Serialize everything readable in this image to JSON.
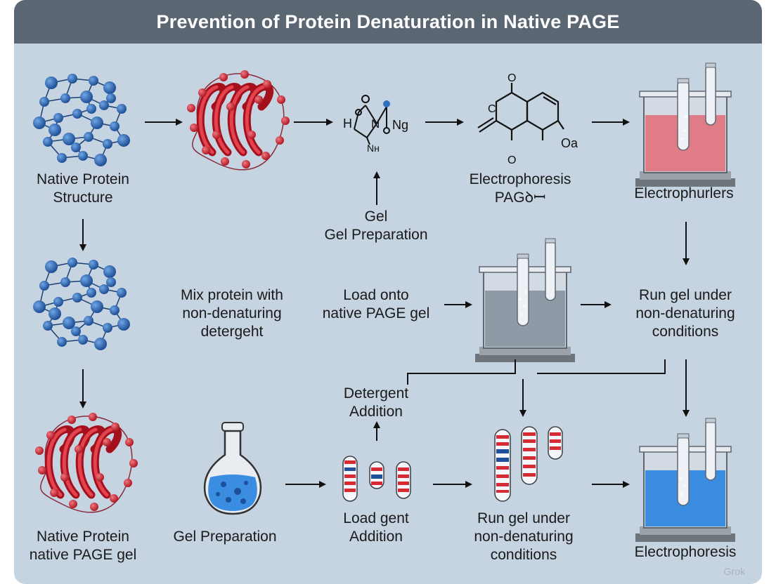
{
  "title": "Prevention of Protein Denaturation in Native PAGE",
  "labels": {
    "native_structure": [
      "Native Protein",
      "Structure"
    ],
    "electrophoresis_page": [
      "Electrophoresis",
      "PAGꝺꟷ"
    ],
    "electrophurlers": [
      "Electrophurlers"
    ],
    "gel_prep_top": [
      "Gel",
      "Gel Preparation"
    ],
    "mix_protein": [
      "Mix protein with",
      "non-denaturing",
      "detergeht"
    ],
    "load_onto": [
      "Load onto",
      "native PAGE gel"
    ],
    "run_gel_mid": [
      "Run gel under",
      "non-denaturing",
      "conditions"
    ],
    "detergent_addition": [
      "Detergent",
      "Addition"
    ],
    "native_page_gel": [
      "Native Protein",
      "native PAGE gel"
    ],
    "gel_prep_bottom": [
      "Gel Preparation"
    ],
    "load_gent": [
      "Load gent",
      "Addition"
    ],
    "run_gel_bottom": [
      "Run gel under",
      "non-denaturing",
      "conditions"
    ],
    "electrophoresis_bottom": [
      "Electrophoresis"
    ]
  },
  "chem_labels": {
    "h": "H",
    "n": "N",
    "ng": "Ng",
    "nh": "Nн",
    "o1": "O",
    "o2": "O",
    "c": "C",
    "o_top": "O",
    "o_bot": "O",
    "oa": "Oa"
  },
  "watermark": "Grok",
  "colors": {
    "background": "#c6d3e0",
    "title_bar": "#5b6673",
    "protein_blue": "#2f6fbf",
    "helix_red": "#d62b35",
    "gel_red": "#e07c85",
    "gel_gray": "#8f9aa7",
    "gel_blue": "#3a8de0"
  },
  "icons": [
    "protein-globule-icon",
    "alpha-helix-icon",
    "chemical-structure-icon",
    "electrophoresis-tank-icon",
    "gel-strip-icon",
    "flask-icon",
    "arrow-icon"
  ]
}
